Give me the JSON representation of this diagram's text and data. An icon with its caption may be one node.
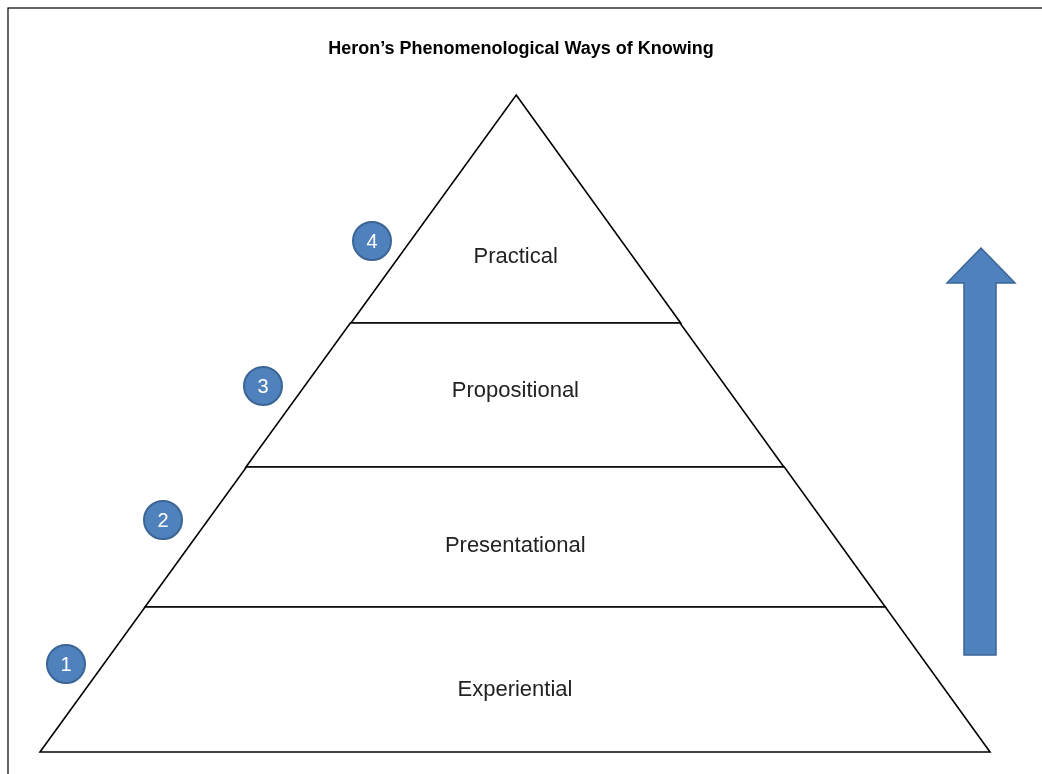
{
  "diagram": {
    "title": "Heron’s Phenomenological Ways of Knowing",
    "nodes": [
      {
        "text": [
          "4"
        ]
      },
      {
        "text": [
          "Practical"
        ]
      },
      {
        "text": [
          "3"
        ]
      },
      {
        "text": [
          "Propositional"
        ]
      },
      {
        "text": [
          "2"
        ]
      },
      {
        "text": [
          "Presentational"
        ]
      },
      {
        "text": [
          "1"
        ]
      },
      {
        "text": [
          "Experiential"
        ]
      }
    ]
  }
}
